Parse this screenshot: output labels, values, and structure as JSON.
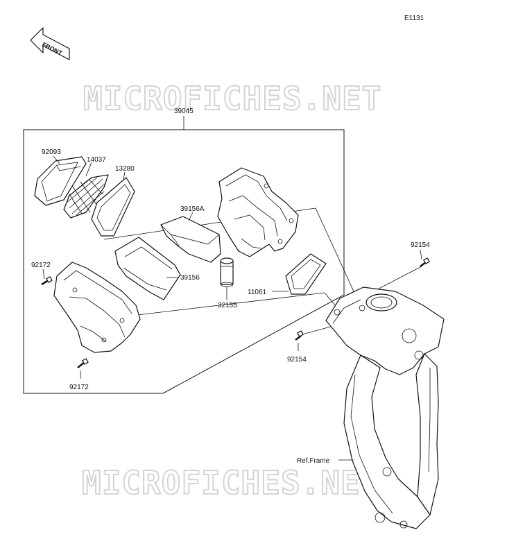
{
  "diagram_code": "E1131",
  "front_label": "FRONT",
  "watermark": "MICROFICHES.NET",
  "parts": {
    "p39045": "39045",
    "p92093": "92093",
    "p14037": "14037",
    "p13280": "13280",
    "p39156A": "39156A",
    "p92172_top": "92172",
    "p39156": "39156",
    "p32155": "32155",
    "p11061": "11061",
    "p92172_bottom": "92172",
    "p92154_top": "92154",
    "p92154_bottom": "92154",
    "ref_frame": "Ref.Frame"
  }
}
